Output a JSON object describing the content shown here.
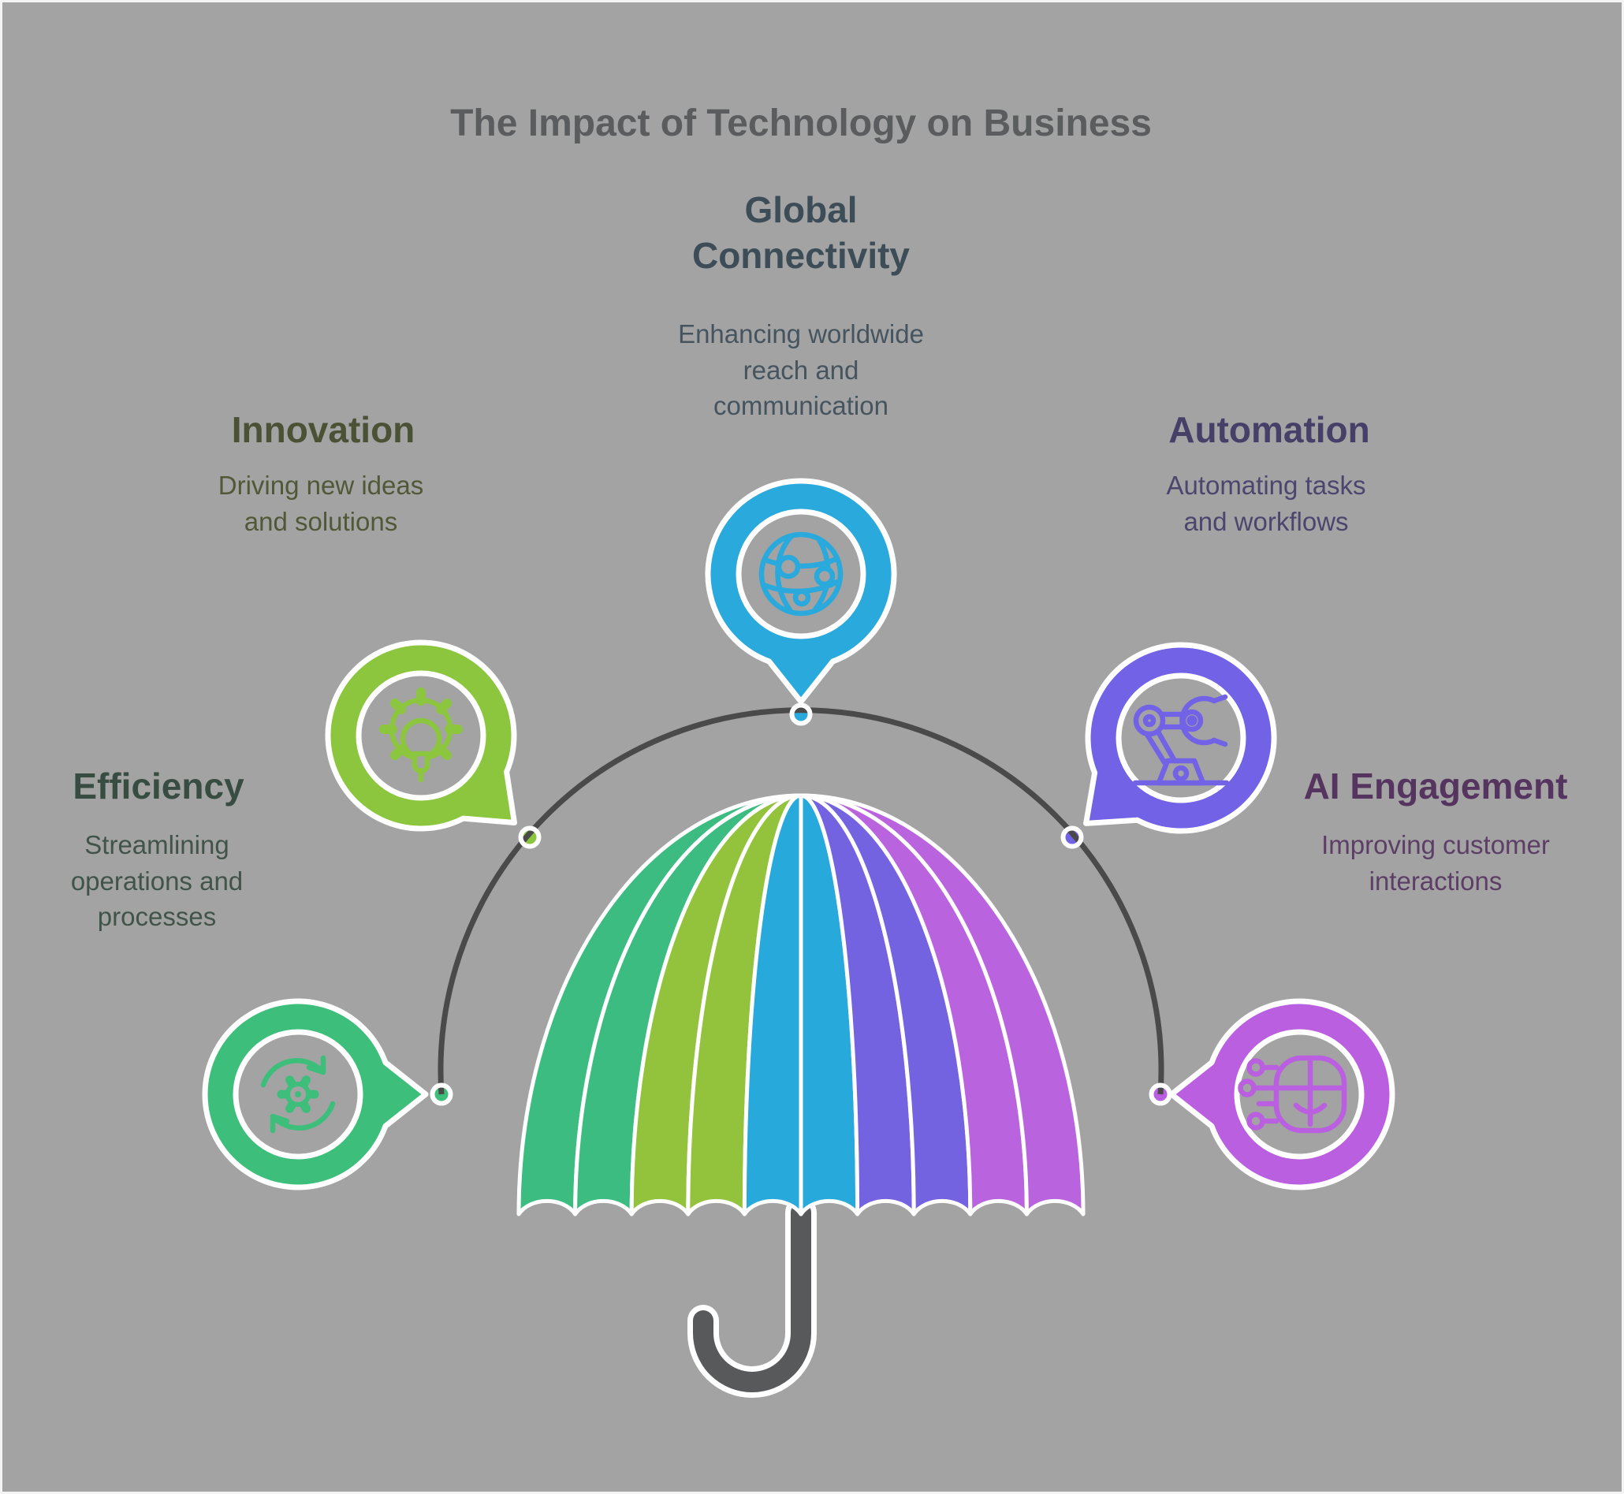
{
  "background_color": "#a3a3a3",
  "title": {
    "text": "The Impact of Technology on Business",
    "color": "#5a5c5e"
  },
  "connector": {
    "arc_color": "#4a4a4a"
  },
  "umbrella": {
    "pole_color": "#58595b",
    "segment_colors": [
      "#3cbc80",
      "#93c33c",
      "#27a9dc",
      "#7363e0",
      "#b964de"
    ]
  },
  "sections": {
    "global_connectivity": {
      "label": "Global Connectivity",
      "description": "Enhancing worldwide reach and communication",
      "accent": "#2aa9dc",
      "label_color": "#3c4d58",
      "description_color": "#45545e",
      "icon": "globe-network-icon"
    },
    "innovation": {
      "label": "Innovation",
      "description": "Driving new ideas and solutions",
      "accent": "#8cc63f",
      "label_color": "#4a5135",
      "description_color": "#505838",
      "icon": "gear-lightbulb-icon"
    },
    "automation": {
      "label": "Automation",
      "description": "Automating tasks and workflows",
      "accent": "#7262e6",
      "label_color": "#464069",
      "description_color": "#4c466e",
      "icon": "robot-arm-icon"
    },
    "efficiency": {
      "label": "Efficiency",
      "description": "Streamlining operations and processes",
      "accent": "#3dbe7b",
      "label_color": "#384d42",
      "description_color": "#415449",
      "icon": "refresh-gear-icon"
    },
    "ai_engagement": {
      "label": "AI Engagement",
      "description": "Improving customer interactions",
      "accent": "#b95fe0",
      "label_color": "#55355f",
      "description_color": "#5c3e66",
      "icon": "ai-face-icon"
    }
  }
}
